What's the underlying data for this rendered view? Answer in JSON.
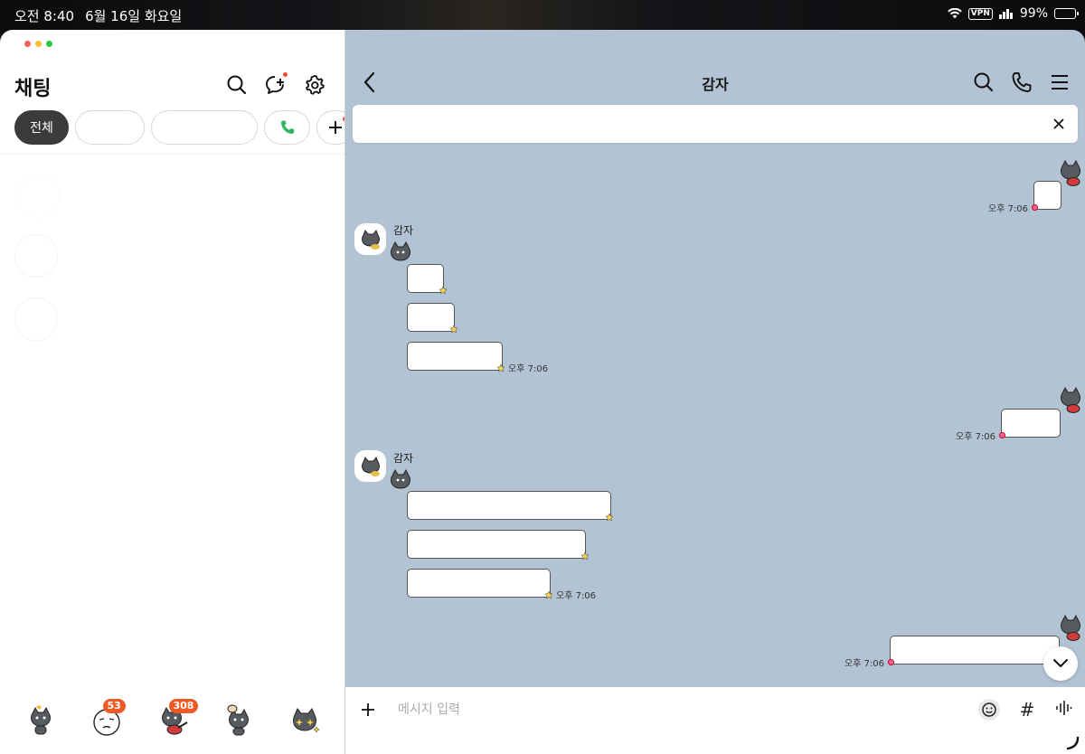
{
  "status_bar": {
    "time": "오전 8:40",
    "date": "6월 16일 화요일",
    "vpn": "VPN",
    "battery": "99%"
  },
  "left_panel": {
    "title": "채팅",
    "filters": [
      {
        "label": "전체",
        "active": true
      },
      {
        "label": "",
        "active": false
      },
      {
        "label": "",
        "active": false
      },
      {
        "label": "",
        "icon": "phone-icon"
      },
      {
        "label": "",
        "icon": "plus-icon"
      }
    ],
    "bottom_nav": [
      {
        "name": "friends",
        "badge": ""
      },
      {
        "name": "chats",
        "badge": "53"
      },
      {
        "name": "openchat",
        "badge": "308"
      },
      {
        "name": "shopping",
        "badge": ""
      },
      {
        "name": "more",
        "badge": ""
      }
    ]
  },
  "chat": {
    "title": "감자",
    "input_placeholder": "메시지 입력",
    "sender_name": "감자",
    "times": [
      "오후 7:06",
      "오후 7:06",
      "오후 7:06",
      "오후 7:06",
      "오후 7:06"
    ]
  },
  "colors": {
    "chat_background": "#b2c3d3",
    "badge": "#ee5a24",
    "phone_green": "#33b660",
    "active_chip": "#3b3b3b"
  }
}
